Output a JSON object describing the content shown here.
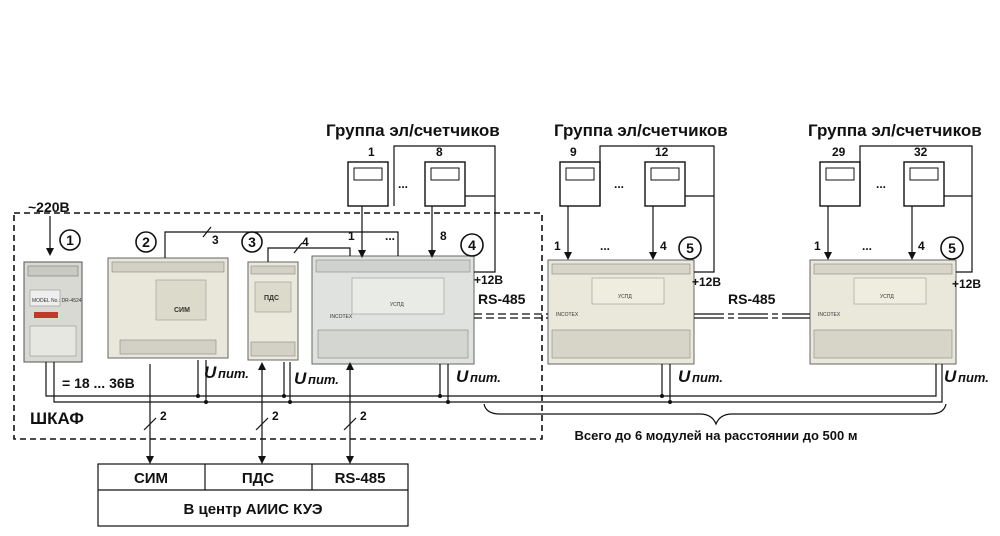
{
  "diagram": {
    "mains_label": "~220В",
    "dc_label": "= 18 ... 36В",
    "cabinet_label": "ШКАФ",
    "markers": [
      "1",
      "2",
      "3",
      "4",
      "5",
      "5"
    ],
    "groups": [
      {
        "title": "Группа эл/счетчиков",
        "first": "1",
        "last": "8",
        "dots": "...",
        "in_first": "1",
        "in_last": "8"
      },
      {
        "title": "Группа эл/счетчиков",
        "first": "9",
        "last": "12",
        "dots": "...",
        "in_first": "1",
        "in_last": "4"
      },
      {
        "title": "Группа эл/счетчиков",
        "first": "29",
        "last": "32",
        "dots": "...",
        "in_first": "1",
        "in_last": "4"
      }
    ],
    "plus12": "+12В",
    "rs485": "RS-485",
    "link3": "3",
    "link4": "4",
    "u_symbol": "U",
    "u_sub": "пит.",
    "wire_count": "2",
    "distance_note": "Всего до 6 модулей на расстоянии до 500 м",
    "center": {
      "cells": [
        "СИМ",
        "ПДС",
        "RS-485"
      ],
      "caption": "В центр АИИС КУЭ"
    },
    "device_labels": {
      "psu_model": "MODEL No.: DR-4524",
      "sim_text": "СИМ",
      "pds_text": "ПДС",
      "module_name": "УСПД",
      "brand": "INCOTEX"
    }
  }
}
